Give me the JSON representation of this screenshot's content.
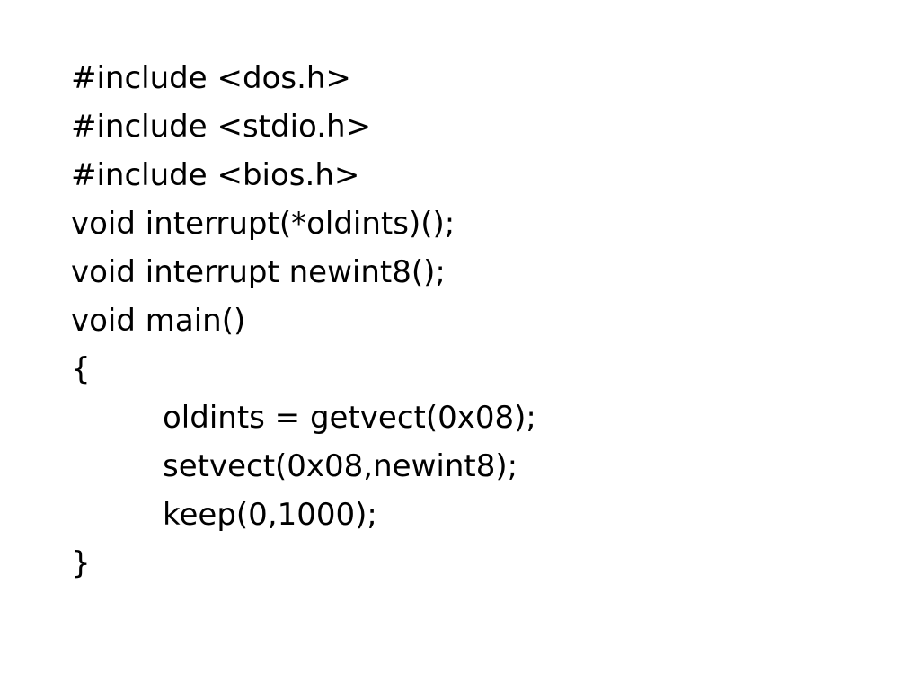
{
  "code": {
    "lines": [
      "#include <dos.h>",
      "#include <stdio.h>",
      "#include <bios.h>",
      "void interrupt(*oldints)();",
      "void interrupt newint8();",
      "void main()",
      "{",
      "oldints = getvect(0x08);",
      "setvect(0x08,newint8);",
      "keep(0,1000);",
      "}"
    ]
  }
}
